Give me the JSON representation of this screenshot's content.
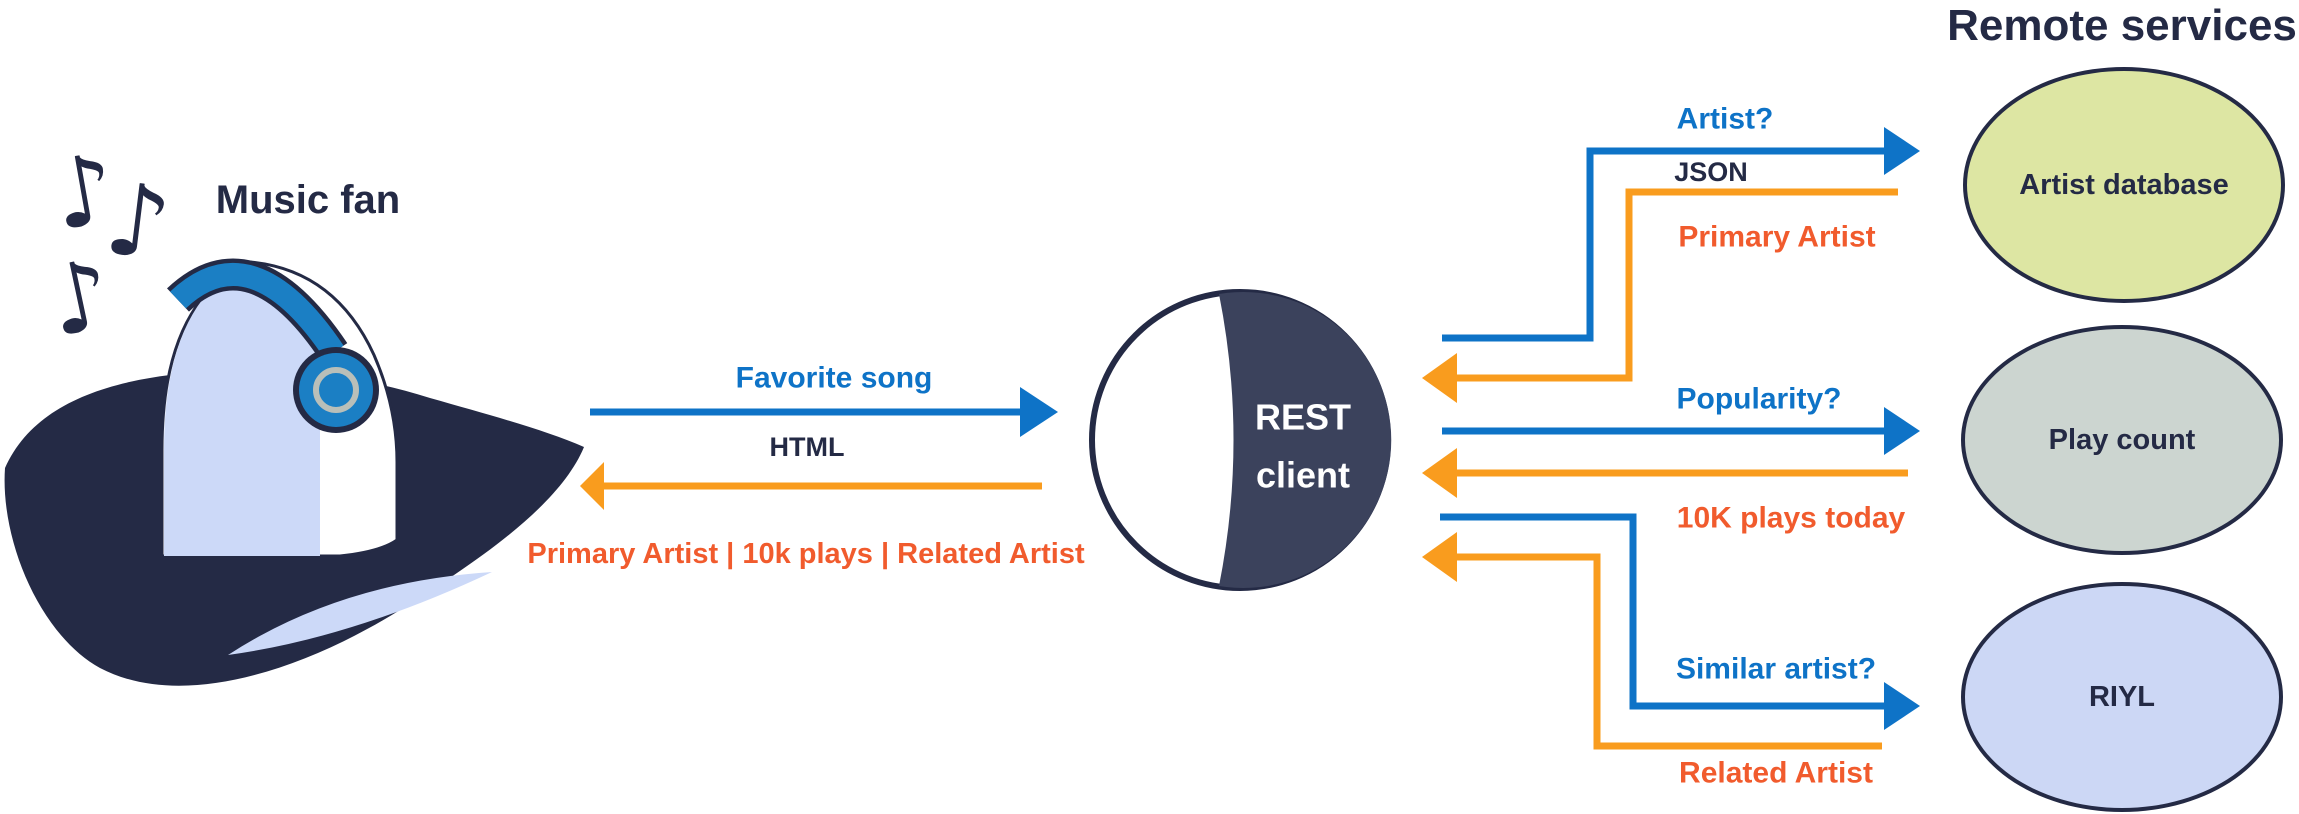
{
  "colors": {
    "white": "#ffffff",
    "navy": "#242a45",
    "blue": "#0e73c7",
    "orange": "#f99c1e",
    "orange_text": "#f15b2d",
    "circle_fill": "#3b425c",
    "lavender": "#ccd9f8",
    "headphone_blue": "#1b7fc4",
    "ear_ring_gray": "#b9bfb9",
    "artist_db_fill": "#dde6a3",
    "play_count_fill": "#ccd5d0",
    "riyl_fill": "#ccd7f5"
  },
  "music_fan": {
    "label": "Music fan",
    "notes": [
      "♪",
      "♪",
      "♪"
    ]
  },
  "rest_client": {
    "line1": "REST",
    "line2": "client"
  },
  "remote_services": {
    "title": "Remote services",
    "services": [
      {
        "name": "Artist database"
      },
      {
        "name": "Play count"
      },
      {
        "name": "RIYL"
      }
    ]
  },
  "client_flow": {
    "request": "Favorite song",
    "request_protocol": "HTML",
    "response": "Primary Artist | 10k plays | Related Artist"
  },
  "service_flows": [
    {
      "request": "Artist?",
      "request_protocol": "JSON",
      "response": "Primary Artist"
    },
    {
      "request": "Popularity?",
      "response": "10K plays today"
    },
    {
      "request": "Similar artist?",
      "response": "Related Artist"
    }
  ]
}
